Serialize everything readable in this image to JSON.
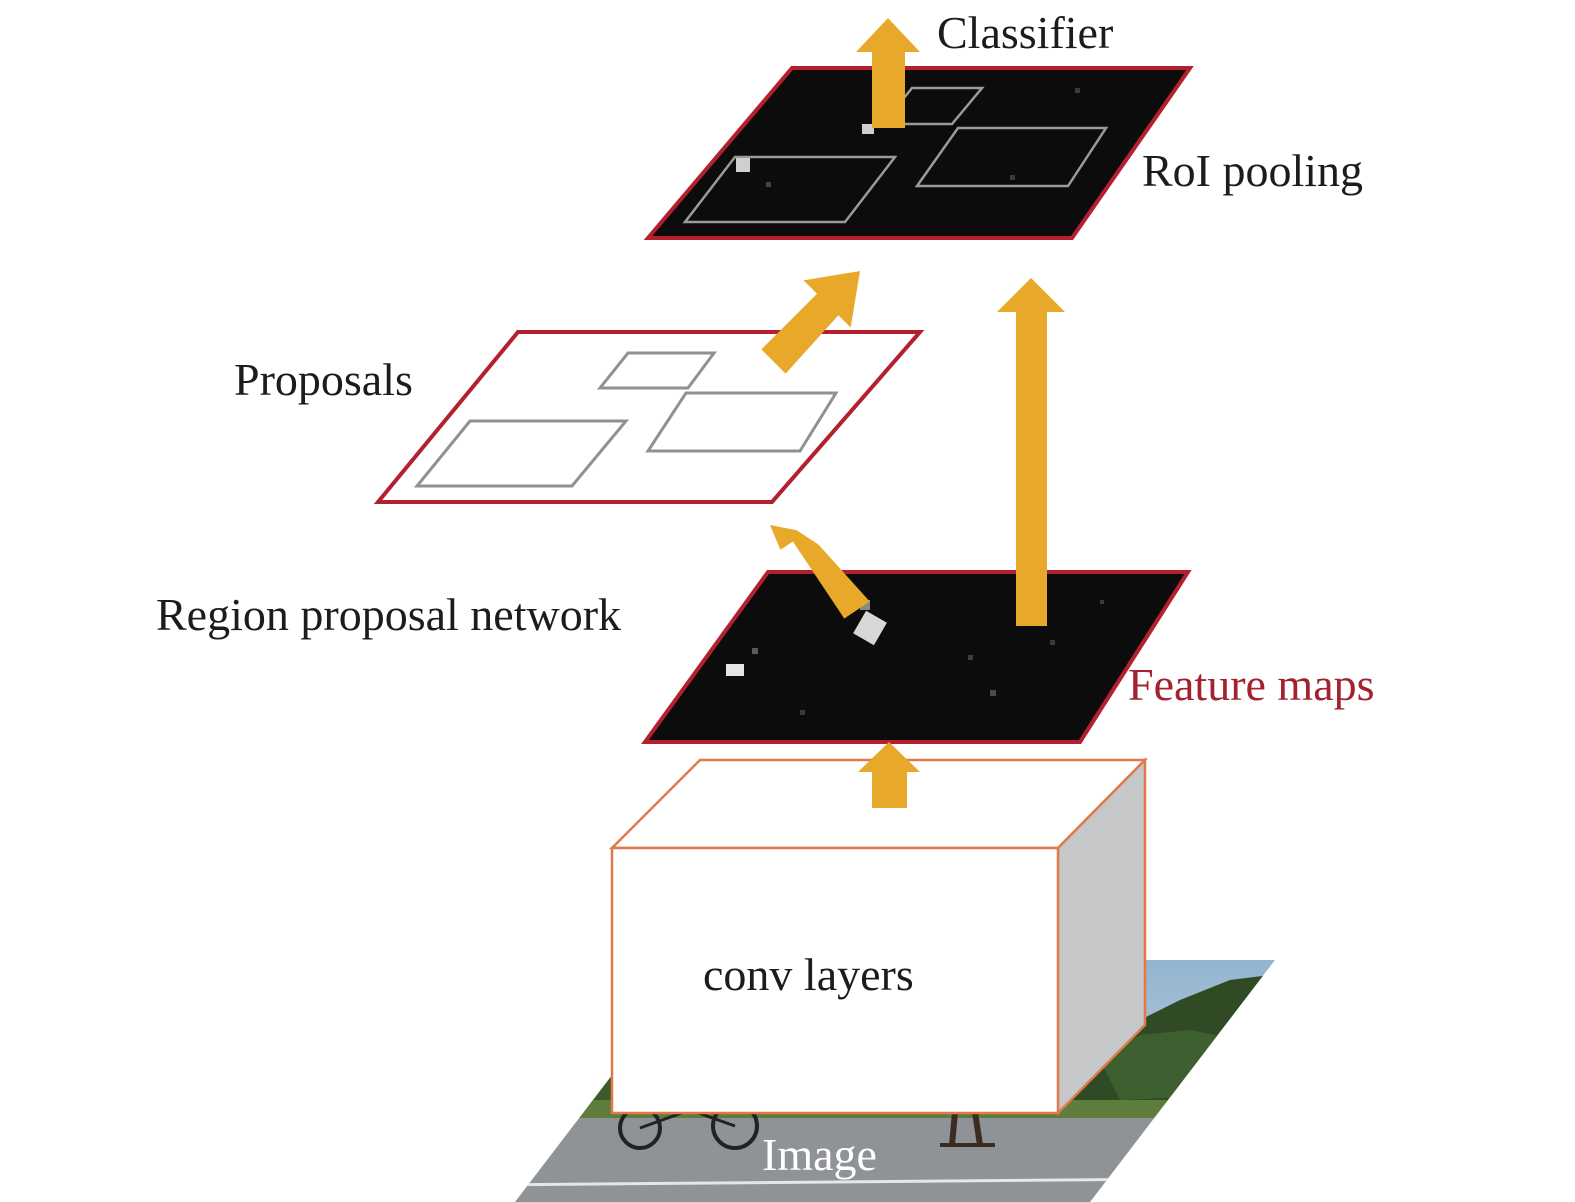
{
  "labels": {
    "classifier": "Classifier",
    "roi_pooling": "RoI pooling",
    "proposals": "Proposals",
    "region_proposal_network": "Region proposal network",
    "feature_maps": "Feature maps",
    "conv_layers": "conv layers",
    "image": "Image"
  },
  "colors": {
    "arrow": "#e8a92a",
    "layer_border": "#b5202e",
    "feature_map_fill": "#0c0c0c",
    "box_border": "#e07a4c",
    "box_side": "#c6c7c9",
    "proposal_box": "#8e9294",
    "feature_maps_label": "#a3222f",
    "text": "#1c1c1c"
  },
  "icons": [
    "arrow-up-icon",
    "arrow-diagonal-icon"
  ]
}
